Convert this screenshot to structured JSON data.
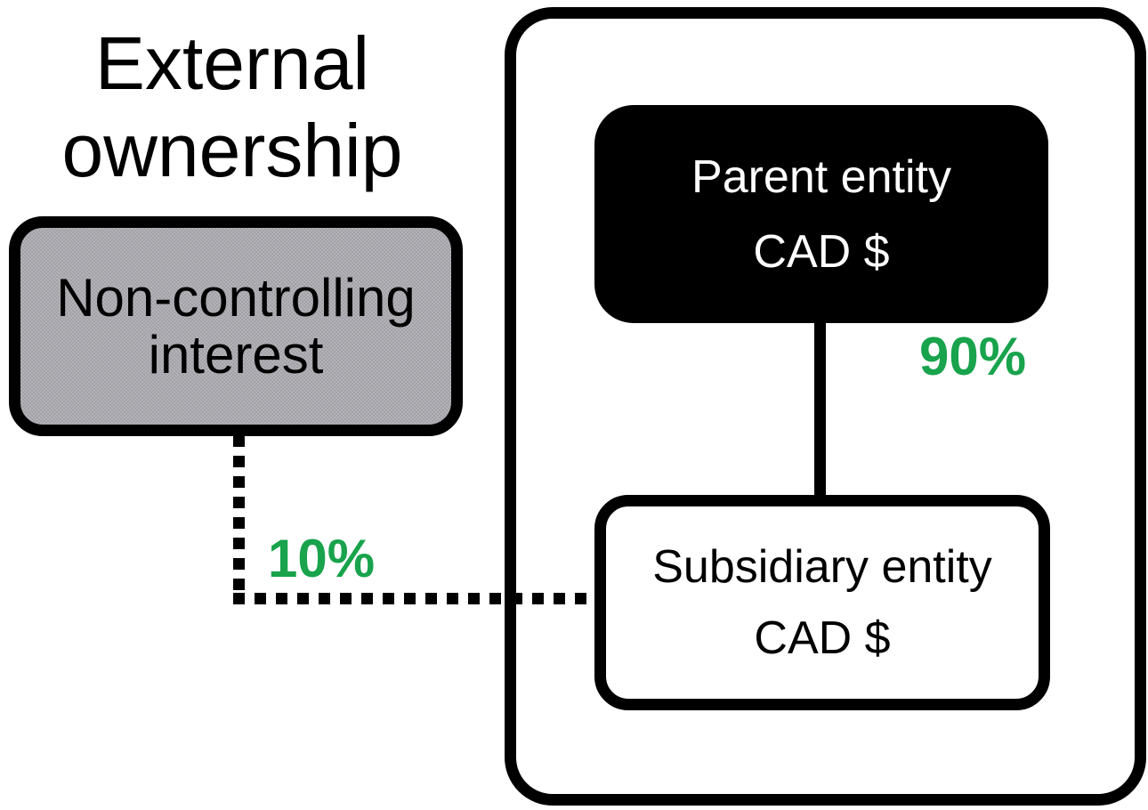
{
  "diagram": {
    "title": {
      "text": "External ownership",
      "line1": "External",
      "line2": "ownership"
    },
    "nodes": {
      "non_controlling_interest": {
        "label": "Non-controlling interest",
        "line1": "Non-controlling",
        "line2": "interest",
        "fill": "#b2b2b7",
        "region": "external"
      },
      "parent_entity": {
        "name": "Parent entity",
        "currency": "CAD $",
        "fill": "#000000",
        "region": "group"
      },
      "subsidiary_entity": {
        "name": "Subsidiary entity",
        "currency": "CAD $",
        "fill": "#ffffff",
        "region": "group"
      }
    },
    "edges": {
      "parent_to_subsidiary": {
        "label": "90%",
        "style": "solid"
      },
      "nci_to_subsidiary": {
        "label": "10%",
        "style": "dotted"
      }
    },
    "colors": {
      "ownership_percent_green": "#18a34c",
      "line_black": "#000000"
    }
  }
}
